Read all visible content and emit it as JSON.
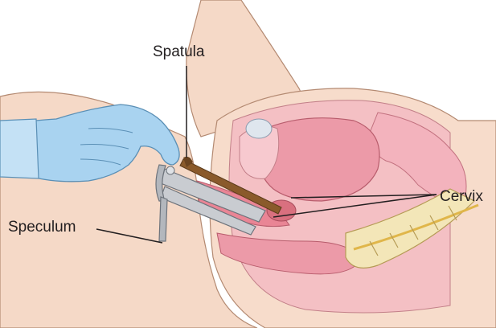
{
  "labels": {
    "spatula": "Spatula",
    "cervix": "Cervix",
    "speculum": "Speculum"
  },
  "colors": {
    "skin": "#f5d9c7",
    "skin_shadow": "#e8bfa6",
    "glove": "#a9d3f0",
    "glove_outline": "#5a8fb5",
    "tissue_pink": "#f0a7b4",
    "tissue_deep": "#d9707f",
    "uterus": "#ec9aa8",
    "bladder": "#f7c9cf",
    "bone": "#f3e6b8",
    "metal": "#c9ccd1",
    "spatula_wood": "#8a5a2b",
    "leader_line": "#231f20"
  },
  "icons": {
    "spatula": "wooden-spatula-icon",
    "speculum": "speculum-icon",
    "glove": "gloved-hand-icon"
  }
}
